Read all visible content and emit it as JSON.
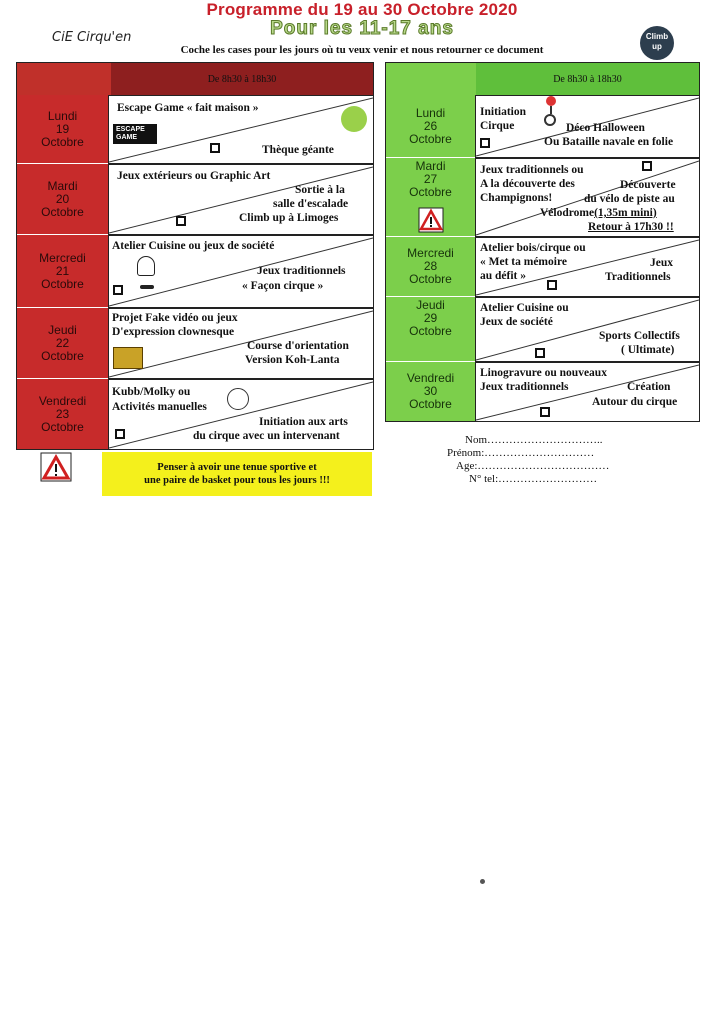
{
  "header": {
    "title": "Programme du 19 au 30 Octobre 2020",
    "subtitle": "Pour les 11-17 ans",
    "instructions": "Coche les cases pour les jours où tu veux venir et nous retourner ce document",
    "logo_left": "CiE Cirqu'en",
    "logo_right": "Climb up"
  },
  "week1": {
    "hours": "De 8h30 à 18h30",
    "days": [
      {
        "name": "Lundi",
        "num": "19",
        "month": "Octobre",
        "top": "Escape Game « fait maison »",
        "bottom": "Thèque géante",
        "icon": "escape-game-icon"
      },
      {
        "name": "Mardi",
        "num": "20",
        "month": "Octobre",
        "top": "Jeux extérieurs ou Graphic Art",
        "bottom1": "Sortie à la",
        "bottom2": "salle d'escalade",
        "bottom3": "Climb up à Limoges"
      },
      {
        "name": "Mercredi",
        "num": "21",
        "month": "Octobre",
        "top": "Atelier Cuisine ou jeux de société",
        "bottom1": "Jeux traditionnels",
        "bottom2": "« Façon cirque »",
        "icon": "chef-hat-icon"
      },
      {
        "name": "Jeudi",
        "num": "22",
        "month": "Octobre",
        "top1": "Projet Fake vidéo ou jeux",
        "top2": "D'expression clownesque",
        "bottom1": "Course d'orientation",
        "bottom2": "Version Koh-Lanta",
        "icon": "koh-lanta-icon"
      },
      {
        "name": "Vendredi",
        "num": "23",
        "month": "Octobre",
        "top1": "Kubb/Molky ou",
        "top2": "Activités manuelles",
        "bottom1": "Initiation aux arts",
        "bottom2": "du cirque avec un intervenant",
        "icon": "skittles-icon"
      }
    ]
  },
  "week2": {
    "hours": "De 8h30 à 18h30",
    "days": [
      {
        "name": "Lundi",
        "num": "26",
        "month": "Octobre",
        "top1": "Initiation",
        "top2": "Cirque",
        "bottom1": "Déco Halloween",
        "bottom2": "Ou Bataille navale en folie",
        "icon": "unicycle-icon"
      },
      {
        "name": "Mardi",
        "num": "27",
        "month": "Octobre",
        "top1": "Jeux traditionnels ou",
        "top2": "A la découverte des",
        "top3": "Champignons!",
        "bottom1": "Découverte",
        "bottom2": "du vélo de piste au",
        "bottom3": "Vélodrome",
        "bottom3b": "(1,35m mini)",
        "bottom4": "Retour à 17h30 !!"
      },
      {
        "name": "Mercredi",
        "num": "28",
        "month": "Octobre",
        "top1": "Atelier bois/cirque ou",
        "top2": "« Met ta mémoire",
        "top3": "au défit »",
        "bottom1": "Jeux",
        "bottom2": "Traditionnels"
      },
      {
        "name": "Jeudi",
        "num": "29",
        "month": "Octobre",
        "top1": "Atelier Cuisine ou",
        "top2": "Jeux de société",
        "bottom1": "Sports Collectifs",
        "bottom2": "( Ultimate)"
      },
      {
        "name": "Vendredi",
        "num": "30",
        "month": "Octobre",
        "top1": "Linogravure ou nouveaux",
        "top2": "Jeux traditionnels",
        "bottom1": "Création",
        "bottom2": "Autour du cirque"
      }
    ]
  },
  "note": {
    "line1": "Penser à avoir une tenue sportive et",
    "line2": "une paire de basket pour tous les jours !!!"
  },
  "form": {
    "nom": "Nom…………………………..",
    "prenom": "Prénom:…………………………",
    "age": "Age:………………………………",
    "tel": "N° tel:………………………"
  },
  "colors": {
    "week1_header": "#8e1f1f",
    "week1_day": "#c72b2b",
    "week2_header": "#5fbf3b",
    "week2_day": "#7ccf4b",
    "note_bg": "#f4f01c",
    "title": "#c8202a"
  }
}
